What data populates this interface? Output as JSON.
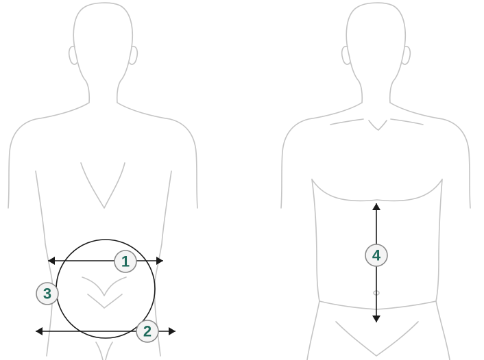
{
  "colors": {
    "outline": "#c4c4c4",
    "measure_line": "#1a1a1a",
    "badge_fill": "#f4f4f4",
    "badge_stroke": "#8a8a8a",
    "badge_text": "#1f6b5c"
  },
  "markers": [
    {
      "label": "1"
    },
    {
      "label": "2"
    },
    {
      "label": "3"
    },
    {
      "label": "4"
    }
  ]
}
